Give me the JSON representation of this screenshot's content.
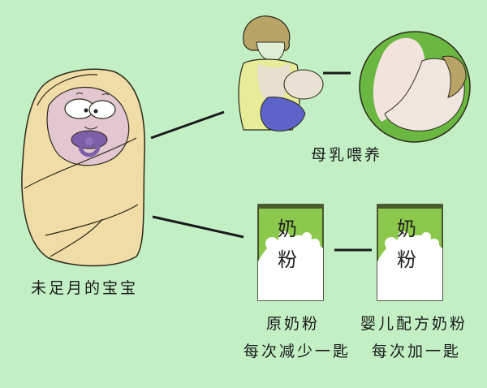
{
  "background_color": "#c3efc5",
  "nodes": {
    "baby": {
      "label": "未足月的宝宝",
      "icon": "swaddled-baby-icon"
    },
    "breastfeeding": {
      "label": "母乳喂养",
      "icon": "mother-breastfeeding-icon",
      "detail_icon": "breastfeeding-closeup-icon"
    },
    "original_formula": {
      "can_text": [
        "奶",
        "粉"
      ],
      "label_line1": "原奶粉",
      "label_line2": "每次减少一匙"
    },
    "infant_formula": {
      "can_text": [
        "奶",
        "粉"
      ],
      "label_line1": "婴儿配方奶粉",
      "label_line2": "每次加一匙"
    }
  },
  "colors": {
    "blanket": "#f0dca6",
    "face": "#e2c6d0",
    "pacifier": "#7d5ea8",
    "can_green": "#8cc84b",
    "circle_green": "#6ab842",
    "mother_shirt": "#e6ec98",
    "baby_blanket_blue": "#5c63c9",
    "hair": "#b9a468"
  }
}
